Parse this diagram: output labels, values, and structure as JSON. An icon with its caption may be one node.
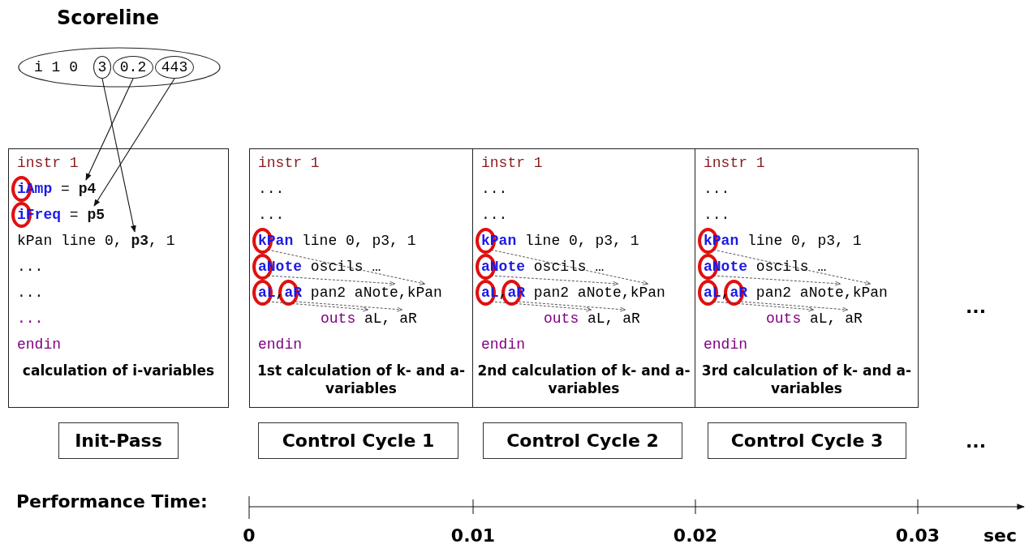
{
  "diagram": {
    "nodes": [
      {
        "text": [
          "Scoreline",
          "i 1 0"
        ]
      },
      {
        "text": [
          "3"
        ],
        "in": 0
      },
      {
        "text": [
          "0.2"
        ],
        "in": 0
      },
      {
        "text": [
          "443"
        ],
        "in": 0
      },
      {
        "text": [
          "instr 1",
          "...",
          "...",
          "...",
          "endin",
          "calculation of i-variables"
        ]
      },
      {
        "text": [
          "**iAmp** = **p4**"
        ],
        "in": 4
      },
      {
        "text": [
          "**iFreq** = **p5**"
        ],
        "in": 4
      },
      {
        "text": [
          "kPan line 0, **p3**, 1"
        ],
        "in": 4
      },
      {
        "text": [
          "instr 1",
          "...",
          "...",
          "endin",
          "1st calculation of k- and a-variables"
        ]
      },
      {
        "text": [
          "**kPan** line 0, p3, 1"
        ],
        "in": 8
      },
      {
        "text": [
          "**aNote** oscils …"
        ],
        "in": 8
      },
      {
        "text": [
          "**aL**,**aR** pan2 aNote,kPan"
        ],
        "in": 8
      },
      {
        "text": [
          "outs aL, aR"
        ],
        "in": 8
      },
      {
        "text": [
          "instr 1",
          "...",
          "...",
          "endin",
          "2nd calculation of k- and a-variables"
        ]
      },
      {
        "text": [
          "**kPan** line 0, p3, 1"
        ],
        "in": 13
      },
      {
        "text": [
          "**aNote** oscils …"
        ],
        "in": 13
      },
      {
        "text": [
          "**aL**,**aR** pan2 aNote,kPan"
        ],
        "in": 13
      },
      {
        "text": [
          "outs aL, aR"
        ],
        "in": 13
      },
      {
        "text": [
          "instr 1",
          "...",
          "...",
          "endin",
          "3rd calculation of k- and a-variables"
        ]
      },
      {
        "text": [
          "**kPan** line 0, p3, 1"
        ],
        "in": 18
      },
      {
        "text": [
          "**aNote** oscils …"
        ],
        "in": 18
      },
      {
        "text": [
          "**aL**,**aR** pan2 aNote,kPan"
        ],
        "in": 18
      },
      {
        "text": [
          "outs aL, aR"
        ],
        "in": 18
      },
      {
        "text": [
          "Init-Pass"
        ]
      },
      {
        "text": [
          "Control Cycle 1"
        ]
      },
      {
        "text": [
          "Control Cycle 2"
        ]
      },
      {
        "text": [
          "Control Cycle 3"
        ]
      }
    ],
    "edges": [
      {
        "from": 1,
        "to": 7,
        "arrow": "to"
      },
      {
        "from": 2,
        "to": 5,
        "arrow": "to"
      },
      {
        "from": 3,
        "to": 6,
        "arrow": "to"
      },
      {
        "from": 9,
        "to": 11,
        "arrow": "to",
        "style": "dashed"
      },
      {
        "from": 10,
        "to": 11,
        "arrow": "to",
        "style": "dashed"
      },
      {
        "from": 11,
        "to": 12,
        "arrow": "to",
        "style": "dashed"
      },
      {
        "from": 11,
        "to": 12,
        "arrow": "to",
        "style": "dashed"
      },
      {
        "from": 14,
        "to": 16,
        "arrow": "to",
        "style": "dashed"
      },
      {
        "from": 15,
        "to": 16,
        "arrow": "to",
        "style": "dashed"
      },
      {
        "from": 16,
        "to": 17,
        "arrow": "to",
        "style": "dashed"
      },
      {
        "from": 16,
        "to": 17,
        "arrow": "to",
        "style": "dashed"
      },
      {
        "from": 19,
        "to": 21,
        "arrow": "to",
        "style": "dashed"
      },
      {
        "from": 20,
        "to": 21,
        "arrow": "to",
        "style": "dashed"
      },
      {
        "from": 21,
        "to": 22,
        "arrow": "to",
        "style": "dashed"
      },
      {
        "from": 21,
        "to": 22,
        "arrow": "to",
        "style": "dashed"
      }
    ],
    "labels": [
      "...",
      "...",
      "Performance Time:",
      "0",
      "0.01",
      "0.02",
      "0.03",
      "sec"
    ]
  }
}
